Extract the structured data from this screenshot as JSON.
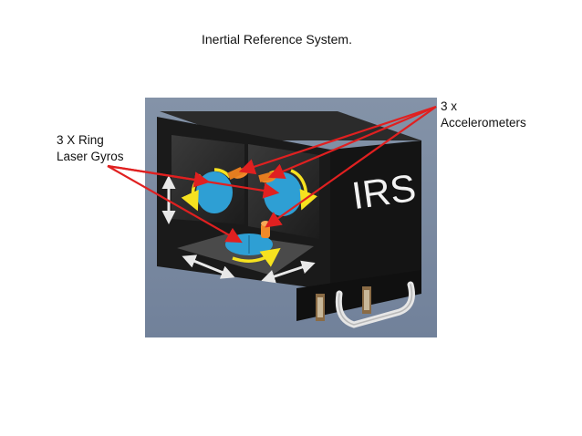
{
  "title": "Inertial Reference System.",
  "labels": {
    "gyros_line1": "3 X Ring",
    "gyros_line2": "Laser Gyros",
    "accel_line1": "3 x",
    "accel_line2": "Accelerometers"
  },
  "box_text": "IRS",
  "colors": {
    "background_panel": "#7b8aa0",
    "box": "#161616",
    "gyro": "#2e9fd4",
    "accelerometer": "#f08a2a",
    "rotation_arrow": "#f6e21f",
    "pointer_arrow": "#e02020",
    "double_arrow": "#e8e8e8"
  }
}
